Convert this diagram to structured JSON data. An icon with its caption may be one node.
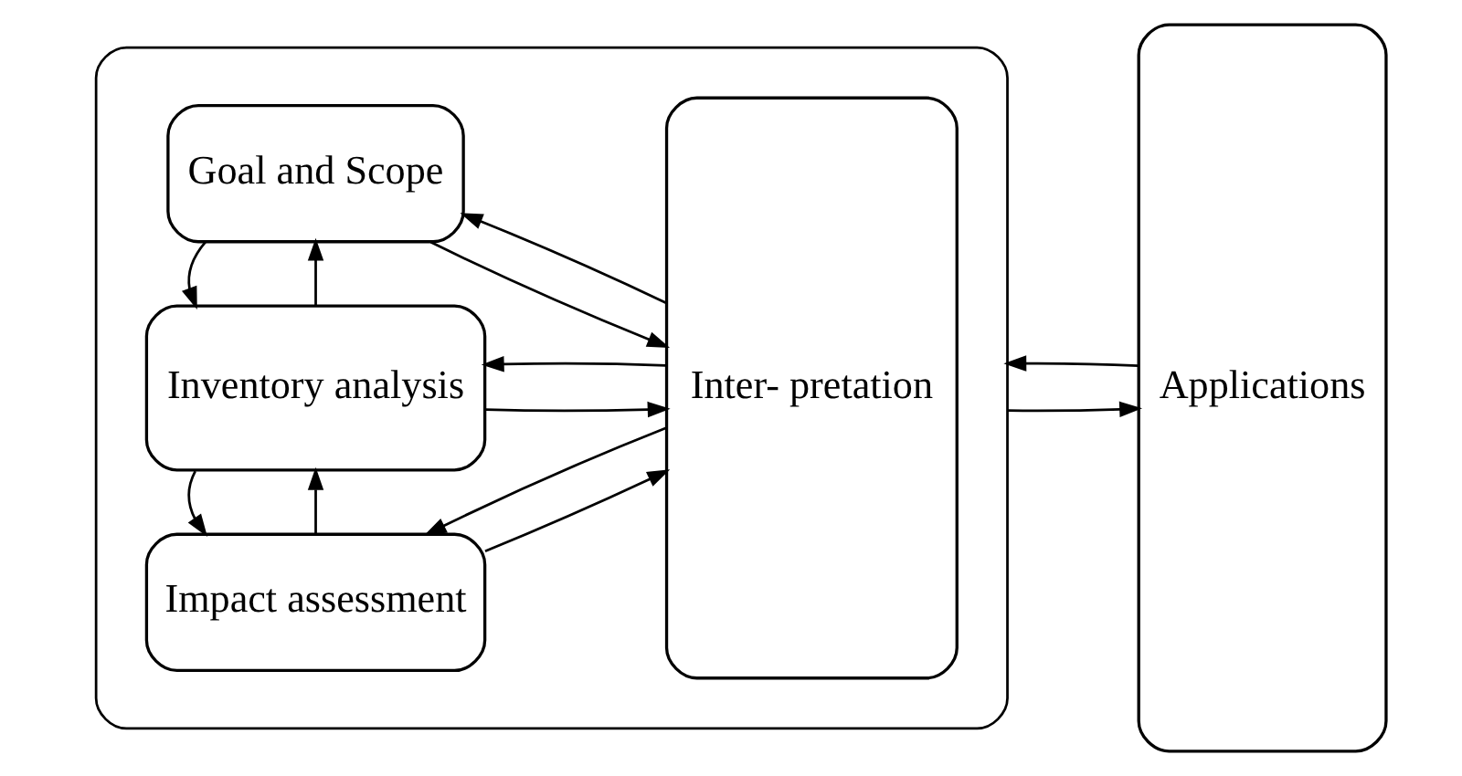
{
  "diagram": {
    "nodes": [
      {
        "text": [],
        "shape": "box"
      },
      {
        "text": [
          "Goal and Scope"
        ],
        "in": 0
      },
      {
        "text": [
          "Inventory analysis"
        ],
        "in": 0
      },
      {
        "text": [
          "Impact assessment"
        ],
        "in": 0
      },
      {
        "text": [
          "Inter- pretation"
        ],
        "in": 0
      },
      {
        "text": [
          "Applications"
        ]
      }
    ],
    "edges": [
      {
        "from": 1,
        "to": 4,
        "arrow": "to"
      },
      {
        "from": 4,
        "to": 1,
        "arrow": "to"
      },
      {
        "from": 2,
        "to": 1,
        "arrow": "to"
      },
      {
        "from": 1,
        "to": 2,
        "arrow": "to"
      },
      {
        "from": 2,
        "to": 4,
        "arrow": "to"
      },
      {
        "from": 4,
        "to": 2,
        "arrow": "to"
      },
      {
        "from": 3,
        "to": 2,
        "arrow": "to"
      },
      {
        "from": 2,
        "to": 3,
        "arrow": "to"
      },
      {
        "from": 3,
        "to": 4,
        "arrow": "to"
      },
      {
        "from": 4,
        "to": 3,
        "arrow": "to"
      },
      {
        "from": 0,
        "to": 5,
        "arrow": "to"
      },
      {
        "from": 5,
        "to": 0,
        "arrow": "to"
      }
    ]
  }
}
